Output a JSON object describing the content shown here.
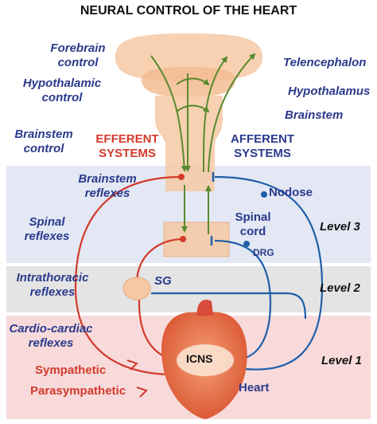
{
  "title": "NEURAL CONTROL OF THE HEART",
  "left_labels": {
    "forebrain": [
      "Forebrain",
      "control"
    ],
    "hypothalamic": [
      "Hypothalamic",
      "control"
    ],
    "brainstem_control": [
      "Brainstem",
      "control"
    ],
    "brainstem_reflexes": [
      "Brainstem",
      "reflexes"
    ],
    "spinal_reflexes": [
      "Spinal",
      "reflexes"
    ],
    "intrathoracic": [
      "Intrathoracic",
      "reflexes"
    ],
    "cardio": [
      "Cardio-cardiac",
      "reflexes"
    ]
  },
  "right_labels": {
    "telencephalon": "Telencephalon",
    "hypothalamus": "Hypothalamus",
    "brainstem": "Brainstem",
    "nodose": "Nodose",
    "spinal_cord": [
      "Spinal",
      "cord"
    ],
    "drg": "DRG",
    "heart": "Heart"
  },
  "systems": {
    "efferent": [
      "EFFERENT",
      "SYSTEMS"
    ],
    "afferent": [
      "AFFERENT",
      "SYSTEMS"
    ]
  },
  "levels": {
    "level3": "Level 3",
    "level2": "Level 2",
    "level1": "Level 1"
  },
  "ganglia": {
    "sg": "SG",
    "icns": "ICNS"
  },
  "outputs": {
    "sympathetic": "Sympathetic",
    "parasympathetic": "Parasympathetic"
  },
  "colors": {
    "efferent": "#d23a2a",
    "afferent": "#1f5fa8",
    "central": "#5a8a2e",
    "level3_band": "#e3e8f4",
    "level2_band": "#e4e4e4",
    "level1_band": "#f8dadb",
    "brain": "#f6c9a4",
    "label_blue": "#2a3a8c"
  }
}
